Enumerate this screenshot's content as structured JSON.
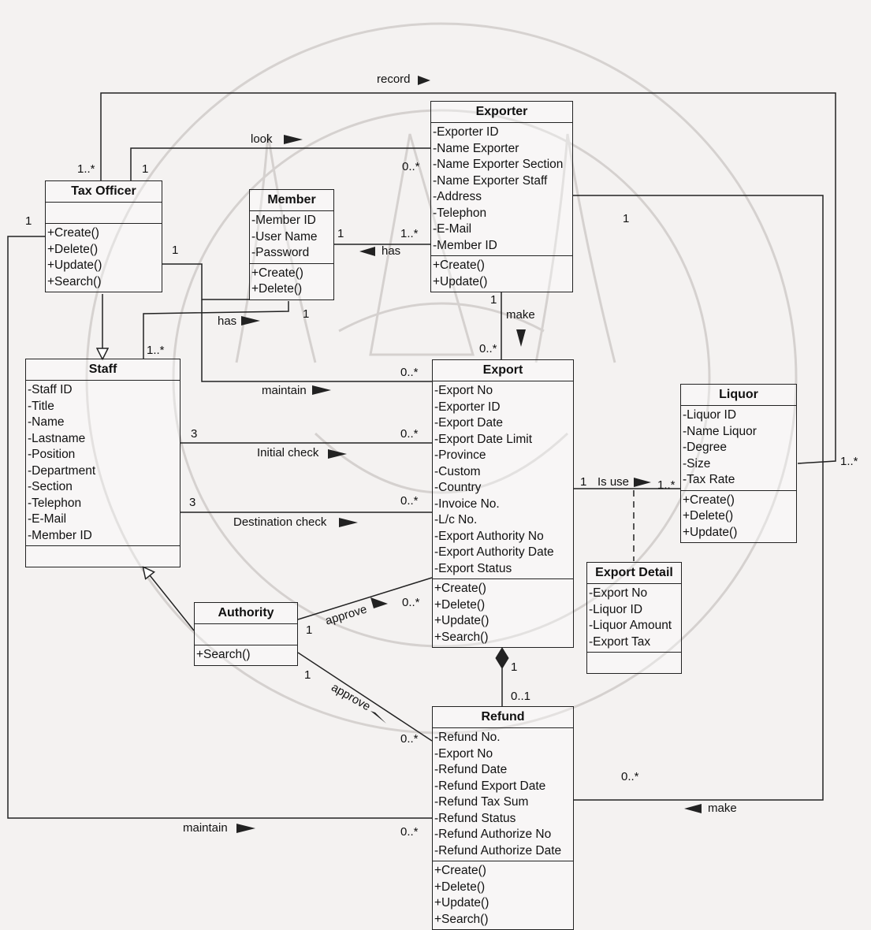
{
  "classes": {
    "exporter": {
      "name": "Exporter",
      "attributes": [
        "-Exporter ID",
        "-Name Exporter",
        "-Name Exporter Section",
        "-Name Exporter Staff",
        "-Address",
        "-Telephon",
        "-E-Mail",
        "-Member ID"
      ],
      "operations": [
        "+Create()",
        "+Update()"
      ]
    },
    "tax_officer": {
      "name": "Tax Officer",
      "attributes": [],
      "operations": [
        "+Create()",
        "+Delete()",
        "+Update()",
        "+Search()"
      ]
    },
    "member": {
      "name": "Member",
      "attributes": [
        "-Member ID",
        "-User Name",
        "-Password"
      ],
      "operations": [
        "+Create()",
        "+Delete()"
      ]
    },
    "staff": {
      "name": "Staff",
      "attributes": [
        "-Staff ID",
        "-Title",
        "-Name",
        "-Lastname",
        "-Position",
        "-Department",
        "-Section",
        "-Telephon",
        "-E-Mail",
        "-Member ID"
      ],
      "operations": []
    },
    "export": {
      "name": "Export",
      "attributes": [
        "-Export No",
        "-Exporter ID",
        "-Export Date",
        "-Export Date Limit",
        "-Province",
        "-Custom",
        "-Country",
        "-Invoice No.",
        "-L/c No.",
        "-Export Authority No",
        "-Export Authority Date",
        "-Export Status"
      ],
      "operations": [
        "+Create()",
        "+Delete()",
        "+Update()",
        "+Search()"
      ]
    },
    "liquor": {
      "name": "Liquor",
      "attributes": [
        "-Liquor ID",
        "-Name Liquor",
        "-Degree",
        "-Size",
        "-Tax Rate"
      ],
      "operations": [
        "+Create()",
        "+Delete()",
        "+Update()"
      ]
    },
    "export_detail": {
      "name": "Export Detail",
      "attributes": [
        "-Export No",
        "-Liquor ID",
        "-Liquor Amount",
        "-Export Tax"
      ],
      "operations": []
    },
    "authority": {
      "name": "Authority",
      "attributes": [],
      "operations": [
        "+Search()"
      ]
    },
    "refund": {
      "name": "Refund",
      "attributes": [
        "-Refund No.",
        "-Export No",
        "-Refund Date",
        "-Refund Export Date",
        "-Refund Tax Sum",
        "-Refund Status",
        "-Refund Authorize No",
        "-Refund Authorize Date"
      ],
      "operations": [
        "+Create()",
        "+Delete()",
        "+Update()",
        "+Search()"
      ]
    }
  },
  "associations": {
    "record": "record",
    "look": "look",
    "has_member": "has",
    "has_staff": "has",
    "make_export": "make",
    "maintain_export": "maintain",
    "initial_check": "Initial check",
    "destination_check": "Destination check",
    "is_use": "Is use",
    "approve_export": "approve",
    "approve_refund": "approve",
    "maintain_refund": "maintain",
    "make_refund": "make"
  },
  "multiplicities": {
    "m_1star_tax": "1..*",
    "m_1_tax_look": "1",
    "m_0star_exp_look": "0..*",
    "m_1_tax_left": "1",
    "m_1_tax_member": "1",
    "m_1_member": "1",
    "m_1star_exp_has": "1..*",
    "m_1_member_bottom": "1",
    "m_1star_staff": "1..*",
    "m_1_exp_make": "1",
    "m_0star_export_make": "0..*",
    "m_1_exp_right": "1",
    "m_0star_export_maintain": "0..*",
    "m_3_staff_init": "3",
    "m_0star_export_init": "0..*",
    "m_3_staff_dest": "3",
    "m_0star_export_dest": "0..*",
    "m_1_export_isuse": "1",
    "m_1star_liquor_isuse": "1..*",
    "m_1star_liquor_right": "1..*",
    "m_1_auth_approve1": "1",
    "m_0star_export_approve": "0..*",
    "m_1_auth_approve2": "1",
    "m_0star_refund_approve": "0..*",
    "m_1_export_refund": "1",
    "m_01_refund": "0..1",
    "m_0star_refund_make": "0..*",
    "m_0star_refund_maintain": "0..*"
  }
}
